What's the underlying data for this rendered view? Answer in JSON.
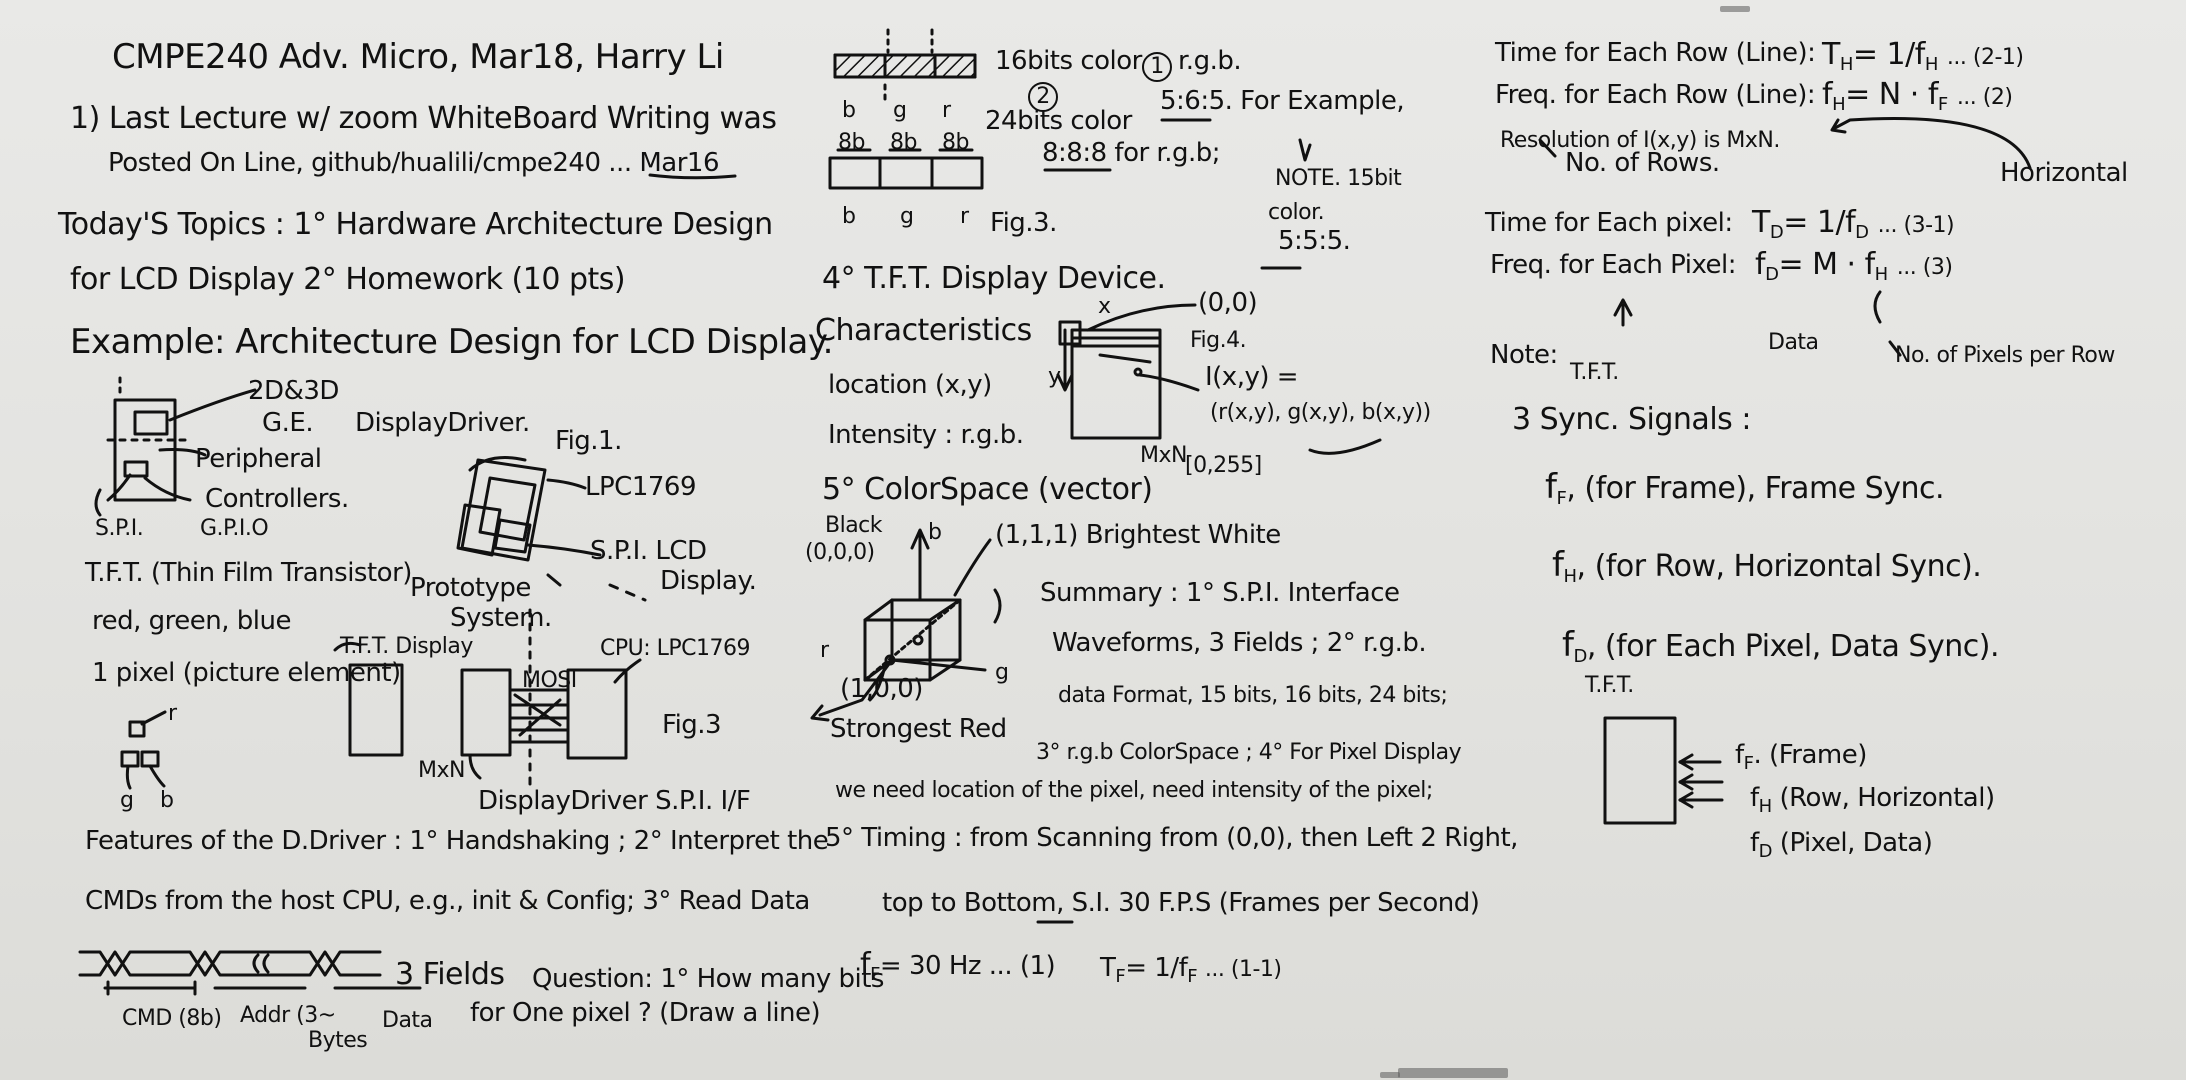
{
  "board": {
    "left": {
      "title": "CMPE240 Adv. Micro, Mar18, Harry Li",
      "line1a": "1) Last Lecture w/ zoom WhiteBoard Writing was",
      "line1b": "Posted On Line, github/hualili/cmpe240 ... Mar16",
      "topics_a": "Today'S Topics : 1° Hardware Architecture Design",
      "topics_b": "for LCD Display 2° Homework (10 pts)",
      "example": "Example: Architecture Design for LCD Display.",
      "ge": "2D&3D",
      "ge2": "G.E.",
      "display_driver": "DisplayDriver.",
      "fig1": "Fig.1.",
      "peripheral": "Peripheral",
      "controllers": "Controllers.",
      "lpc": "LPC1769",
      "spi": "S.P.I.",
      "gpio": "G.P.I.O",
      "spi_lcd": "S.P.I. LCD",
      "display": "Display.",
      "tft_def": "T.F.T. (Thin Film Transistor)",
      "prototype": "Prototype",
      "system": "System.",
      "rgb": "red, green, blue",
      "pixel": "1 pixel (picture element)",
      "tft_display": "T.F.T. Display",
      "cpu": "CPU: LPC1769",
      "fig3": "Fig.3",
      "r": "r",
      "g": "g",
      "b": "b",
      "mxn": "MxN",
      "driver_if": "DisplayDriver  S.P.I. I/F",
      "mosi": "MOSI",
      "features_a": "Features of the D.Driver : 1° Handshaking ; 2° Interpret the",
      "features_b": "CMDs from the host CPU, e.g., init & Config; 3° Read Data",
      "fields": "3 Fields",
      "question_a": "Question: 1° How many bits",
      "question_b": "for One pixel ? (Draw a line)",
      "cmd": "CMD (8b)",
      "addr": "Addr (3~",
      "bytes": "Bytes",
      "data": "Data"
    },
    "middle": {
      "bits16": "16bits color",
      "circ1": "1",
      "rgb_order": "r.g.b.",
      "circ2": "2",
      "bits24": "24bits color",
      "fmt565": "5:6:5. For Example,",
      "fmt888": "8:8:8 for r.g.b;",
      "note15": "NOTE. 15bit",
      "color": "color.",
      "fmt555": "5:5:5.",
      "b": "b",
      "g": "g",
      "r": "r",
      "b8": "8b",
      "fig3": "Fig.3.",
      "tft_device": "4° T.F.T. Display Device.",
      "characteristics": "Characteristics",
      "origin": "(0,0)",
      "x": "x",
      "y": "y",
      "fig4": "Fig.4.",
      "location": "location (x,y)",
      "intensity": "Intensity : r.g.b.",
      "ixy": "I(x,y) =",
      "ixy_rgb": "(r(x,y), g(x,y), b(x,y))",
      "mxn": "MxN",
      "range": "[0,255]",
      "colorspace": "5° ColorSpace (vector)",
      "black": "Black",
      "black_coord": "(0,0,0)",
      "white": "(1,1,1) Brightest White",
      "red_coord": "(1,0,0)",
      "strongest_red": "Strongest Red",
      "summary_a": "Summary : 1° S.P.I. Interface",
      "summary_b": "Waveforms, 3 Fields ; 2° r.g.b.",
      "summary_c": "data Format, 15 bits, 16 bits, 24 bits;",
      "summary_d": "3° r.g.b ColorSpace ; 4° For Pixel Display",
      "summary_e": "we need location of the pixel, need intensity of the pixel;",
      "timing_a": "5° Timing : from Scanning from (0,0), then Left 2 Right,",
      "timing_b": "top to Bottom,  S.I.  30 F.P.S (Frames per Second)",
      "ff": "f",
      "ff_sub": "F",
      "ff_eq": "= 30 Hz  ... (1)",
      "tf": "T",
      "tf_sub": "F",
      "tf_eq": "= 1/f",
      "tf_sub2": "F",
      "tf_ref": "... (1-1)"
    },
    "right": {
      "row_time": "Time for Each Row (Line):",
      "th": "T",
      "th_sub": "H",
      "th_eq": "= 1/f",
      "th_sub2": "H",
      "th_ref": "... (2-1)",
      "row_freq": "Freq. for Each Row (Line):",
      "fh": "f",
      "fh_sub": "H",
      "fh_eq": "= N · f",
      "fh_sub2": "F",
      "fh_ref": "... (2)",
      "resolution": "Resolution of I(x,y) is MxN.",
      "no_rows": "No. of Rows.",
      "horizontal": "Horizontal",
      "pix_time": "Time for Each pixel:",
      "td": "T",
      "td_sub": "D",
      "td_eq": "= 1/f",
      "td_sub2": "D",
      "td_ref": "... (3-1)",
      "pix_freq": "Freq. for Each Pixel:",
      "fd": "f",
      "fd_sub": "D",
      "fd_eq": "= M · f",
      "fd_sub2": "H",
      "fd_ref": "... (3)",
      "data_lbl": "Data",
      "pix_per_row": "No. of Pixels per Row",
      "note": "Note:",
      "note_tft": "T.F.T.",
      "sync_title": "3 Sync. Signals :",
      "sf": "f",
      "sf_sub": "F",
      "sf_text": ", (for Frame), Frame Sync.",
      "sh": "f",
      "sh_sub": "H",
      "sh_text": ", (for Row, Horizontal Sync).",
      "sd": "f",
      "sd_sub": "D",
      "sd_text": ", (for Each Pixel, Data Sync).",
      "tft_small": "T.F.T.",
      "in_f": "f",
      "in_f_sub": "F",
      "in_f_text": ". (Frame)",
      "in_h": "f",
      "in_h_sub": "H",
      "in_h_text": "(Row, Horizontal)",
      "in_d": "f",
      "in_d_sub": "D",
      "in_d_text": "(Pixel, Data)"
    }
  }
}
